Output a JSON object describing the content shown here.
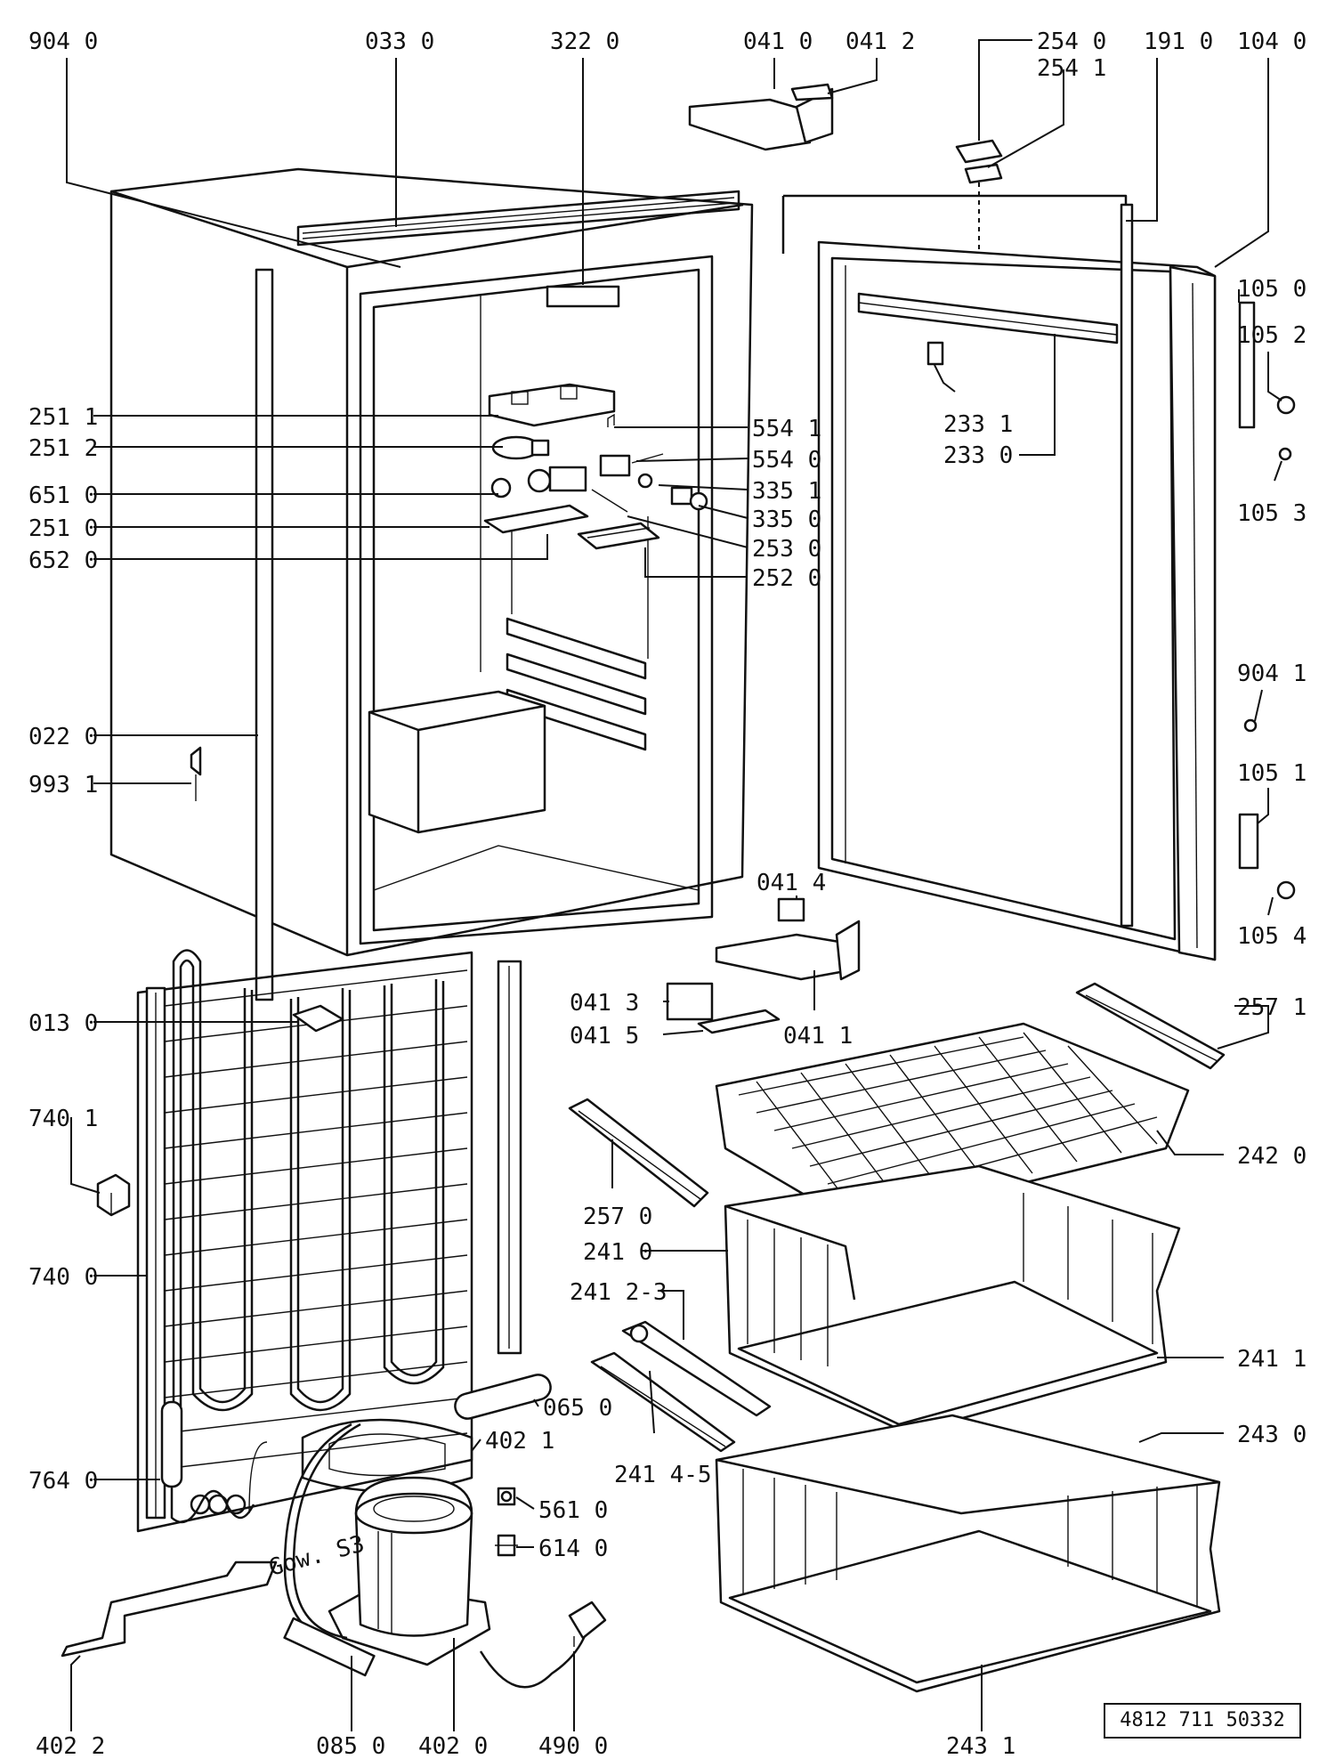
{
  "labels": [
    {
      "id": "l9040",
      "text": "904 0"
    },
    {
      "id": "l0330",
      "text": "033 0"
    },
    {
      "id": "l3220",
      "text": "322 0"
    },
    {
      "id": "l0410",
      "text": "041 0"
    },
    {
      "id": "l0412",
      "text": "041 2"
    },
    {
      "id": "l2540",
      "text": "254 0"
    },
    {
      "id": "l2541",
      "text": "254 1"
    },
    {
      "id": "l1910",
      "text": "191 0"
    },
    {
      "id": "l1040",
      "text": "104 0"
    },
    {
      "id": "l1050",
      "text": "105 0"
    },
    {
      "id": "l1052",
      "text": "105 2"
    },
    {
      "id": "l1053",
      "text": "105 3"
    },
    {
      "id": "l2331",
      "text": "233 1"
    },
    {
      "id": "l2330",
      "text": "233 0"
    },
    {
      "id": "l2511",
      "text": "251 1"
    },
    {
      "id": "l2512",
      "text": "251 2"
    },
    {
      "id": "l6510",
      "text": "651 0"
    },
    {
      "id": "l2510",
      "text": "251 0"
    },
    {
      "id": "l6520",
      "text": "652 0"
    },
    {
      "id": "l5541",
      "text": "554 1"
    },
    {
      "id": "l5540",
      "text": "554 0"
    },
    {
      "id": "l3351",
      "text": "335 1"
    },
    {
      "id": "l3350",
      "text": "335 0"
    },
    {
      "id": "l2530",
      "text": "253 0"
    },
    {
      "id": "l2520",
      "text": "252 0"
    },
    {
      "id": "l0220",
      "text": "022 0"
    },
    {
      "id": "l9931",
      "text": "993 1"
    },
    {
      "id": "l9041",
      "text": "904 1"
    },
    {
      "id": "l1051",
      "text": "105 1"
    },
    {
      "id": "l1054",
      "text": "105 4"
    },
    {
      "id": "l0414",
      "text": "041 4"
    },
    {
      "id": "l0413",
      "text": "041 3"
    },
    {
      "id": "l0415",
      "text": "041 5"
    },
    {
      "id": "l0411",
      "text": "041 1"
    },
    {
      "id": "l0130",
      "text": "013 0"
    },
    {
      "id": "l2571",
      "text": "257 1"
    },
    {
      "id": "l7401",
      "text": "740 1"
    },
    {
      "id": "l2420",
      "text": "242 0"
    },
    {
      "id": "l2570",
      "text": "257 0"
    },
    {
      "id": "l2410",
      "text": "241 0"
    },
    {
      "id": "l7400",
      "text": "740 0"
    },
    {
      "id": "l24123",
      "text": "241 2-3"
    },
    {
      "id": "l2411",
      "text": "241 1"
    },
    {
      "id": "l0650",
      "text": "065 0"
    },
    {
      "id": "l4021",
      "text": "402 1"
    },
    {
      "id": "l2430",
      "text": "243 0"
    },
    {
      "id": "l24145",
      "text": "241 4-5"
    },
    {
      "id": "l7640",
      "text": "764 0"
    },
    {
      "id": "l5610",
      "text": "561 0"
    },
    {
      "id": "l6140",
      "text": "614 0"
    },
    {
      "id": "l4022",
      "text": "402 2"
    },
    {
      "id": "l0850",
      "text": "085 0"
    },
    {
      "id": "l4020",
      "text": "402 0"
    },
    {
      "id": "l4900",
      "text": "490 0"
    },
    {
      "id": "l2431",
      "text": "243 1"
    }
  ],
  "compressor_marking": "Gow. S3",
  "document_number": "4812 711 50332"
}
